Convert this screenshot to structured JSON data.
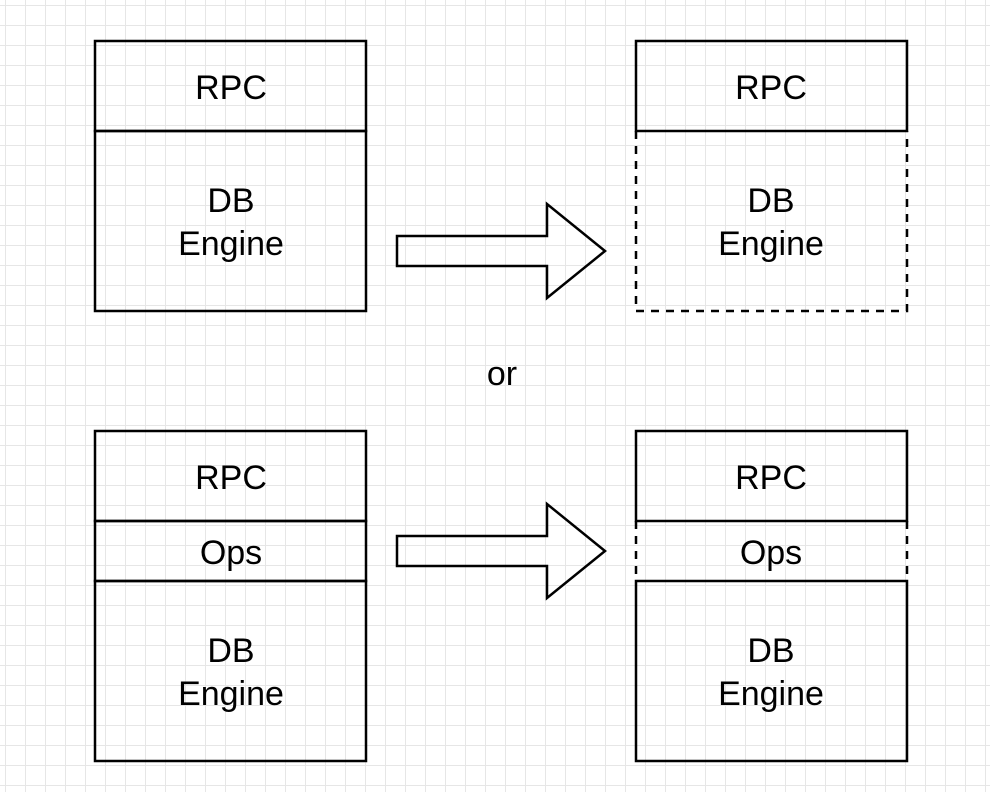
{
  "diagram": {
    "top_left": {
      "rpc": "RPC",
      "db_line1": "DB",
      "db_line2": "Engine"
    },
    "top_right": {
      "rpc": "RPC",
      "db_line1": "DB",
      "db_line2": "Engine",
      "db_border_style": "dashed"
    },
    "separator": "or",
    "bottom_left": {
      "rpc": "RPC",
      "ops": "Ops",
      "db_line1": "DB",
      "db_line2": "Engine"
    },
    "bottom_right": {
      "rpc": "RPC",
      "ops": "Ops",
      "db_line1": "DB",
      "db_line2": "Engine",
      "ops_border_style": "dashed"
    },
    "stroke_color": "#000000",
    "grid_color": "#e6e6e6"
  }
}
